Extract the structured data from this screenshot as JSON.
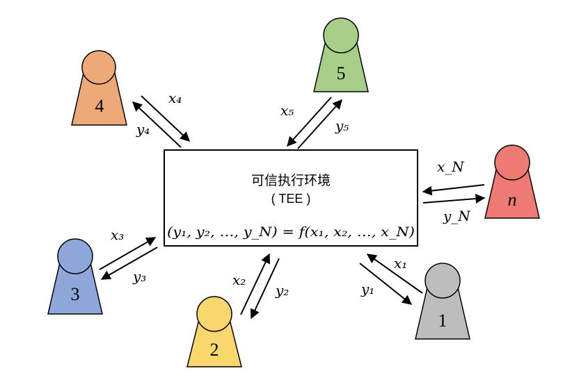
{
  "tee": {
    "title": "可信执行环境",
    "subtitle": "( TEE )",
    "formula": "(y₁, y₂, …, y_N) = f(x₁, x₂, …, x_N)"
  },
  "nodes": [
    {
      "key": "4",
      "label": "4",
      "italic": false,
      "color": "#EEA978",
      "x_label": "x₄",
      "y_label": "y₄"
    },
    {
      "key": "5",
      "label": "5",
      "italic": false,
      "color": "#A8CF8A",
      "x_label": "x₅",
      "y_label": "y₅"
    },
    {
      "key": "n",
      "label": "n",
      "italic": true,
      "color": "#EE7B73",
      "x_label": "x_N",
      "y_label": "y_N"
    },
    {
      "key": "3",
      "label": "3",
      "italic": false,
      "color": "#8EA6D9",
      "x_label": "x₃",
      "y_label": "y₃"
    },
    {
      "key": "2",
      "label": "2",
      "italic": false,
      "color": "#F9D66E",
      "x_label": "x₂",
      "y_label": "y₂"
    },
    {
      "key": "1",
      "label": "1",
      "italic": false,
      "color": "#BDBDBD",
      "x_label": "x₁",
      "y_label": "y₁"
    }
  ]
}
